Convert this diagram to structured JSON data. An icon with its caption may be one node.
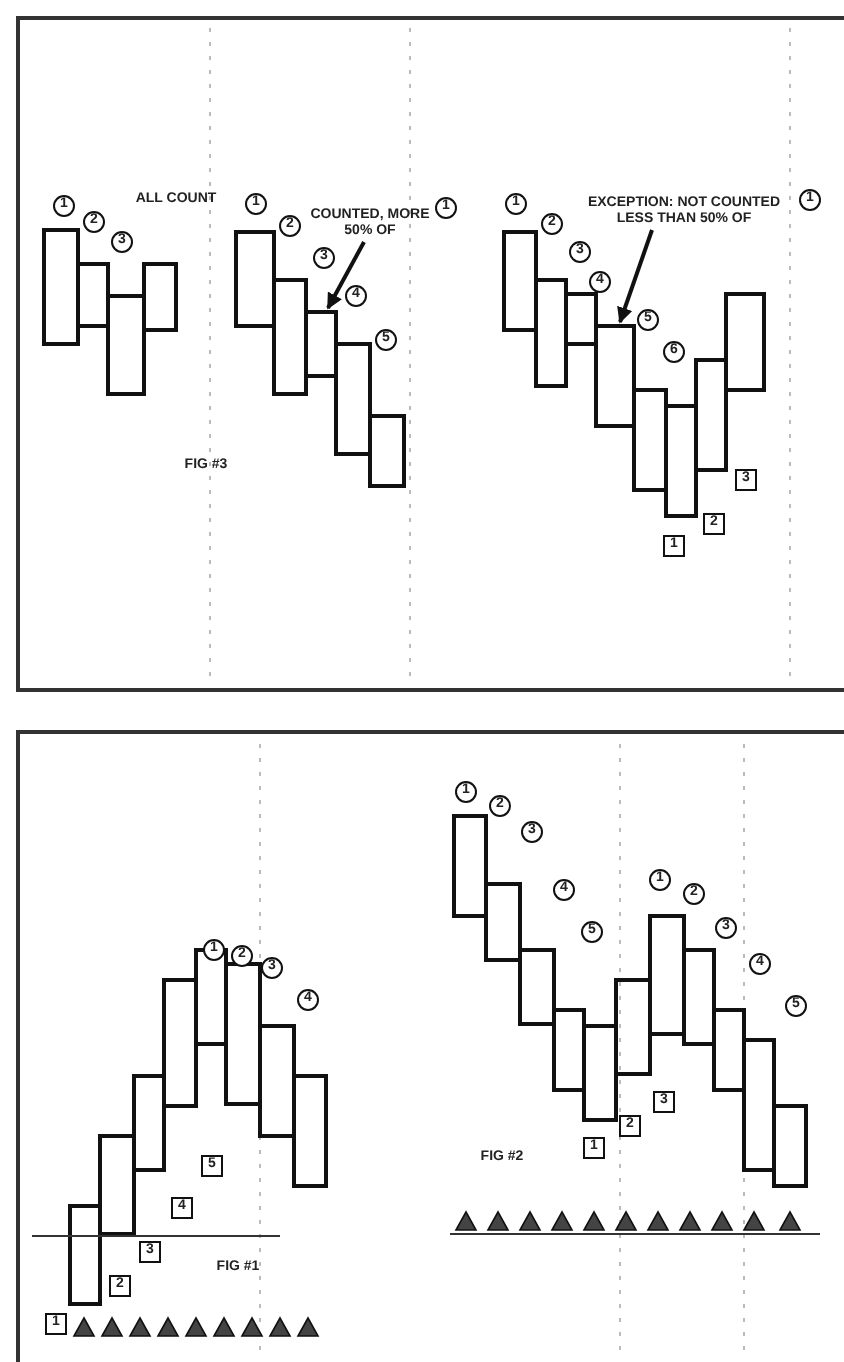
{
  "diagram": {
    "nodes": [
      {
        "text": [
          "COUNTED, MORE 50% OF"
        ]
      },
      {
        "text": [
          "EXCEPTION: NOT COUNTED LESS THAN 50% OF"
        ]
      },
      {
        "text": [],
        "shape": "box"
      },
      {
        "text": [],
        "shape": "box"
      }
    ],
    "edges": [
      {
        "from": 0,
        "to": 2,
        "arrow": "to"
      },
      {
        "from": 1,
        "to": 3,
        "arrow": "to"
      }
    ],
    "labels": [
      "1",
      "2",
      "3",
      "ALL COUNT",
      "1",
      "2",
      "3",
      "4",
      "5",
      "1",
      "1",
      "2",
      "3",
      "4",
      "5",
      "6",
      "1",
      "FIG #3",
      "3",
      "2",
      "1",
      "1",
      "2",
      "3",
      "4",
      "1",
      "5",
      "2",
      "3",
      "4",
      "5",
      "1",
      "2",
      "3",
      "4",
      "3",
      "2",
      "1",
      "FIG #2",
      "5",
      "4",
      "3",
      "FIG #1",
      "2",
      "1"
    ]
  }
}
